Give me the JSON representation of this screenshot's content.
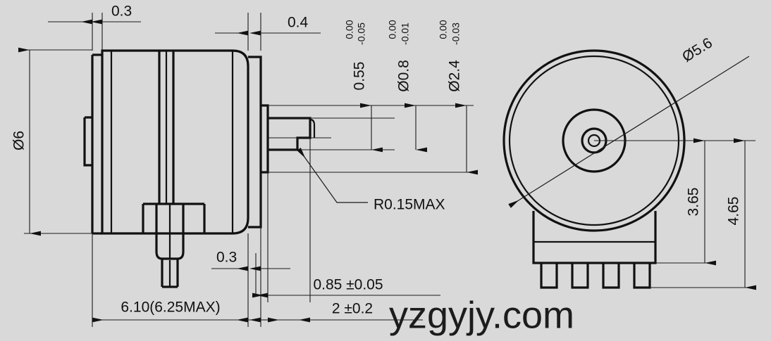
{
  "drawing": {
    "title": "Rotary encoder / potentiometer outline drawing",
    "background_color": "#d9d9d9",
    "line_color": "#111111",
    "watermark": "yzgyjy.com",
    "views": [
      {
        "name": "side-view",
        "label": ""
      },
      {
        "name": "front-view",
        "label": ""
      }
    ]
  },
  "dimensions": {
    "body_diameter": "Ø6",
    "bezel_step_top": "0.3",
    "shaft_collar_width": "0.4",
    "shaft_flat_length": "0.55",
    "shaft_flat_tol_upper": "0.00",
    "shaft_flat_tol_lower": "-0.05",
    "shaft_small_dia": "Ø0.8",
    "shaft_small_tol_upper": "0.00",
    "shaft_small_tol_lower": "-0.01",
    "shaft_main_dia": "Ø2.4",
    "shaft_main_tol_upper": "0.00",
    "shaft_main_tol_lower": "-0.03",
    "corner_radius_note": "R0.15MAX",
    "body_length": "6.10(6.25MAX)",
    "bezel_step_bottom": "0.3",
    "bushing_length": "0.85 ±0.05",
    "shaft_projection": "2 ±0.2",
    "front_outer_dia": "Ø5.6",
    "pin_height_inner": "3.65",
    "pin_height_outer": "4.65"
  }
}
